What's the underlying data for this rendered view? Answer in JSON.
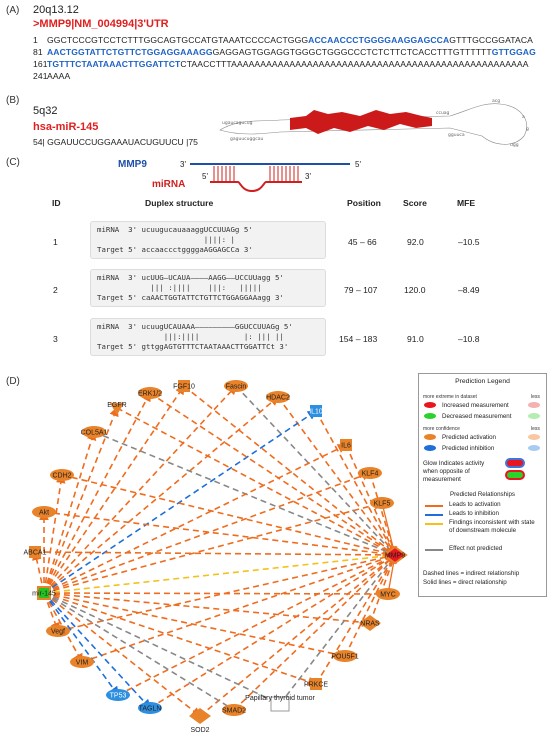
{
  "panelA": {
    "label": "(A)",
    "locus": "20q13.12",
    "title": ">MMP9|NM_004994|3'UTR",
    "lines": [
      {
        "num": "1",
        "parts": [
          {
            "t": "GGCTCCCGTCCTCTTTGGCAGTGCCATGTAAATCCCCACTGGG",
            "c": "black"
          },
          {
            "t": "ACCAACCCTGGGGAAGGAGCCA",
            "c": "blue"
          },
          {
            "t": "GTTTGCCGGATACA",
            "c": "black"
          }
        ]
      },
      {
        "num": "81",
        "parts": [
          {
            "t": "AACTGGTATTCTGTTCTGGAGGAAAGG",
            "c": "blue"
          },
          {
            "t": "GAGGAGTGGAGGTGGGCTGGGCCCTCTCTTCTCACCTTTGTTTTTT",
            "c": "black"
          },
          {
            "t": "GTTGGAG",
            "c": "blue"
          }
        ]
      },
      {
        "num": "161",
        "parts": [
          {
            "t": "TGTTTCTAATAAACTTGGATTCT",
            "c": "blue"
          },
          {
            "t": "CTAACCTTTAAAAAAAAAAAAAAAAAAAAAAAAAAAAAAAAAAAAAAAAAAAAAAAAAAA",
            "c": "black"
          }
        ]
      },
      {
        "num": "241",
        "parts": [
          {
            "t": "AAAA",
            "c": "black"
          }
        ]
      }
    ]
  },
  "panelB": {
    "label": "(B)",
    "locus": "5q32",
    "title": "hsa-miR-145",
    "sequence": "54| GGAUUCCUGGAAAUACUGUUCU |75"
  },
  "panelC": {
    "label": "(C)",
    "schematic": {
      "top": "MMP9",
      "bottom": "miRNA",
      "t3a": "3'",
      "t5a": "5'",
      "t5b": "5'",
      "t3b": "3'"
    },
    "headers": {
      "id": "ID",
      "duplex": "Duplex structure",
      "position": "Position",
      "score": "Score",
      "mfe": "MFE"
    },
    "rows": [
      {
        "id": "1",
        "l1": "miRNA  3' ucuugucauaaaggUCCUUAGg 5'",
        "l2": "                        ||||: |",
        "l3": "Target 5' accaaccctggggaAGGAGCCa 3'",
        "position": "45 – 66",
        "score": "92.0",
        "mfe": "–10.5"
      },
      {
        "id": "2",
        "l1": "miRNA  3' ucUUG–UCAUA––––AAGG––UCCUUagg 5'",
        "l2": "            ||| :||||    |||:   |||||",
        "l3": "Target 5' caAACTGGTATTCTGTTCTGGAGGAAagg 3'",
        "position": "79 – 107",
        "score": "120.0",
        "mfe": "–8.49"
      },
      {
        "id": "3",
        "l1": "miRNA  3' ucuugUCAUAAA–––––––––GGUCCUUAGg 5'",
        "l2": "               |||:||||          |: ||| ||",
        "l3": "Target 5' gttggAGTGTTTCTAATAAACTTGGATTCt 3'",
        "position": "154 – 183",
        "score": "91.0",
        "mfe": "–10.8"
      }
    ]
  },
  "panelD": {
    "label": "(D)",
    "nodes": [
      "FGF10",
      "Fascin",
      "HDAC2",
      "IL10",
      "ERK1/2",
      "EGFR",
      "COL5A1",
      "IL6",
      "KLF4",
      "CDH2",
      "KLF5",
      "Akt",
      "ABCA1",
      "MMP9",
      "mir-145",
      "MYC",
      "Vegf",
      "NRAS",
      "VIM",
      "POU5F1",
      "TP53",
      "PRKCE",
      "TAGLN",
      "SOD2",
      "SMAD2",
      "Papillary thyroid tumor"
    ],
    "legend": {
      "title": "Prediction Legend",
      "more_extreme": "more extreme in dataset",
      "less1": "less",
      "increased": "Increased measurement",
      "decreased": "Decreased measurement",
      "more_confidence": "more confidence",
      "less2": "less",
      "pred_activation": "Predicted activation",
      "pred_inhibition": "Predicted inhibition",
      "glow": "Glow Indicates activity when opposite of measurement",
      "pred_rel": "Predicted Relationships",
      "leads_act": "Leads to activation",
      "leads_inh": "Leads to inhibition",
      "findings": "Findings inconsistent with state of downstream molecule",
      "effect_np": "Effect not predicted",
      "dashed": "Dashed lines = indirect relationship",
      "solid": "Solid lines = direct relationship"
    },
    "colors": {
      "activation": "#ef6c1e",
      "inhibition": "#1f6fd8",
      "inconsistent": "#f2c21a",
      "not_predicted": "#888888",
      "node_orange": "#e8832a",
      "node_blue": "#2d8fe0"
    }
  }
}
